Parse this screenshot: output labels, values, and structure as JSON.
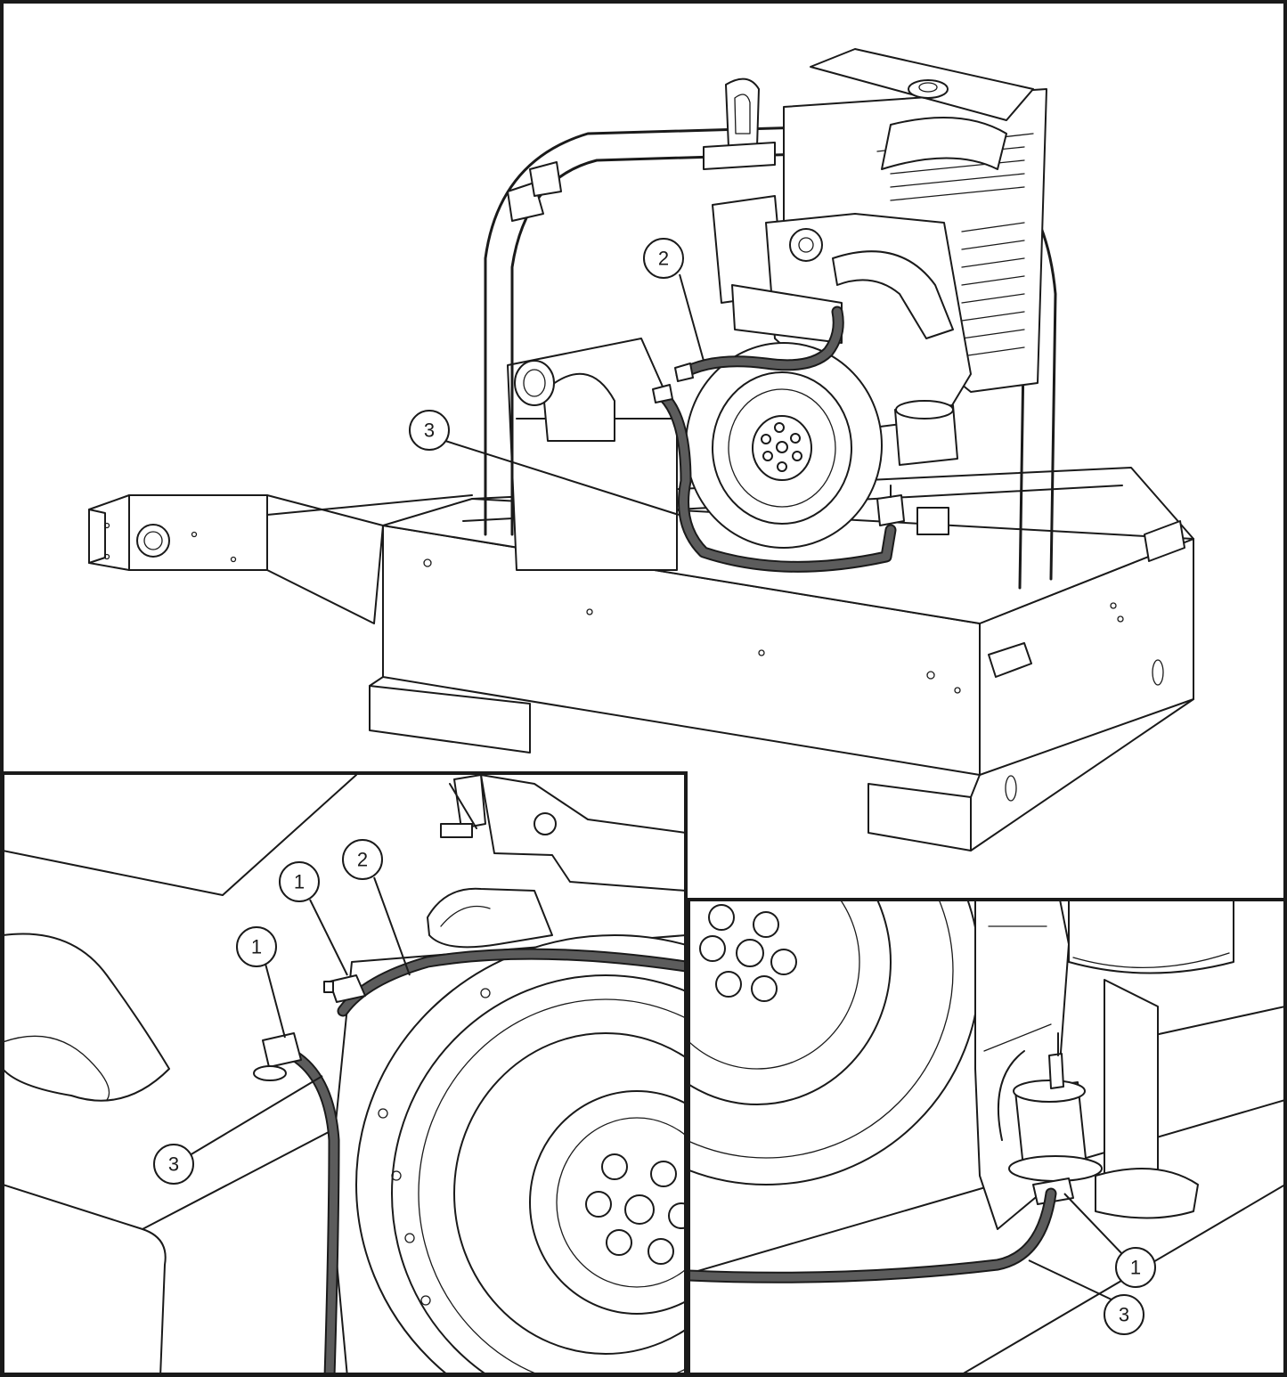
{
  "callouts": {
    "main": [
      {
        "id": "main-2",
        "label": "2"
      },
      {
        "id": "main-3",
        "label": "3"
      }
    ],
    "detail_left": [
      {
        "id": "left-1a",
        "label": "1"
      },
      {
        "id": "left-1b",
        "label": "1"
      },
      {
        "id": "left-2",
        "label": "2"
      },
      {
        "id": "left-3",
        "label": "3"
      }
    ],
    "detail_right": [
      {
        "id": "right-1",
        "label": "1"
      },
      {
        "id": "right-3",
        "label": "3"
      }
    ]
  },
  "colors": {
    "line": "#1a1a1a",
    "hose": "#5c5c5c",
    "background": "#ffffff"
  }
}
